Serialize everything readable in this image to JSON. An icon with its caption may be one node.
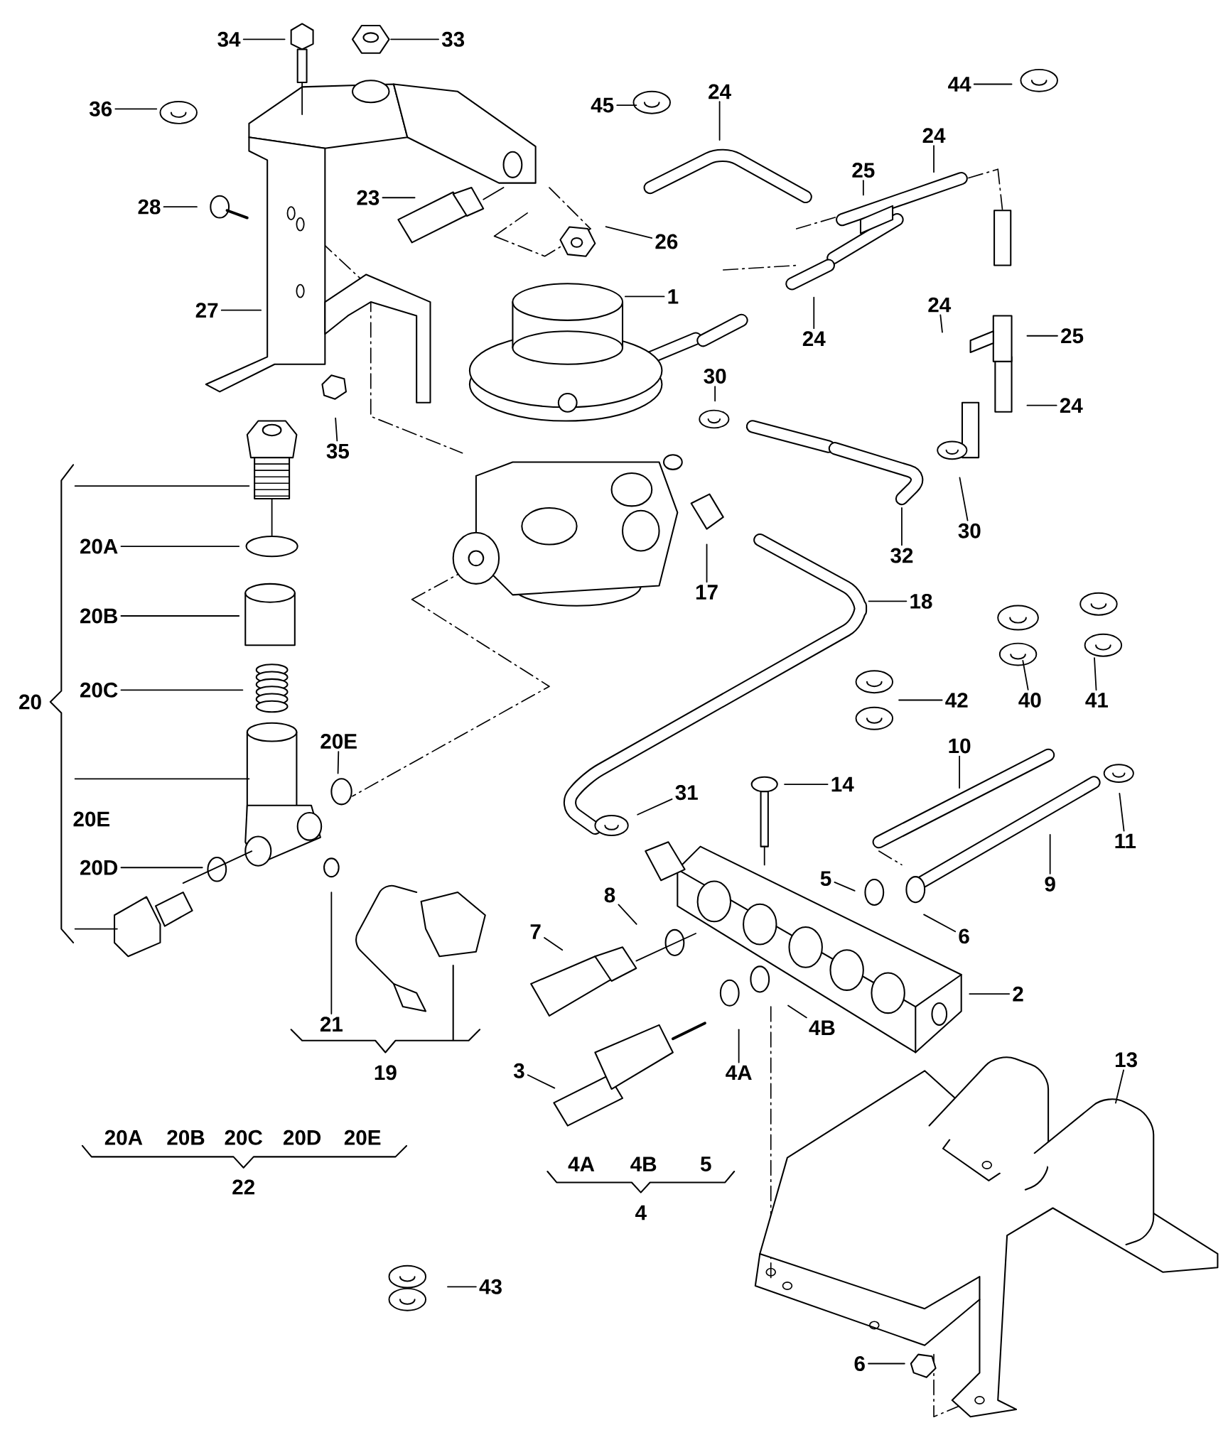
{
  "diagram": {
    "nodes": [
      {
        "text": [
          "34"
        ]
      },
      {
        "text": [
          "33"
        ]
      },
      {
        "text": [
          "24"
        ]
      },
      {
        "text": [
          "36"
        ]
      },
      {
        "text": [
          "45"
        ]
      },
      {
        "text": [
          "44"
        ]
      },
      {
        "text": [
          "24"
        ]
      },
      {
        "text": [
          "25"
        ]
      },
      {
        "text": [
          "23"
        ]
      },
      {
        "text": [
          "28"
        ]
      },
      {
        "text": [
          "26"
        ]
      },
      {
        "text": [
          "1"
        ]
      },
      {
        "text": [
          "27"
        ]
      },
      {
        "text": [
          "24"
        ]
      },
      {
        "text": [
          "25"
        ]
      },
      {
        "text": [
          "24"
        ]
      },
      {
        "text": [
          "30"
        ]
      },
      {
        "text": [
          "24"
        ]
      },
      {
        "text": [
          "35"
        ]
      },
      {
        "text": [
          "30"
        ]
      },
      {
        "text": [
          "20A"
        ]
      },
      {
        "text": [
          "32"
        ]
      },
      {
        "text": [
          "17"
        ]
      },
      {
        "text": [
          "18"
        ]
      },
      {
        "text": [
          "20B"
        ]
      },
      {
        "text": [
          "20C"
        ]
      },
      {
        "text": [
          "40"
        ]
      },
      {
        "text": [
          "41"
        ]
      },
      {
        "text": [
          "42"
        ]
      },
      {
        "text": [
          "20E"
        ]
      },
      {
        "text": [
          "10"
        ]
      },
      {
        "text": [
          "14"
        ]
      },
      {
        "text": [
          "31"
        ]
      },
      {
        "text": [
          "11"
        ]
      },
      {
        "text": [
          "20D"
        ]
      },
      {
        "text": [
          "5"
        ]
      },
      {
        "text": [
          "9"
        ]
      },
      {
        "text": [
          "8"
        ]
      },
      {
        "text": [
          "7"
        ]
      },
      {
        "text": [
          "6"
        ]
      },
      {
        "text": [
          "2"
        ]
      },
      {
        "text": [
          "21"
        ]
      },
      {
        "text": [
          "4B"
        ]
      },
      {
        "text": [
          "13"
        ]
      },
      {
        "text": [
          "3"
        ]
      },
      {
        "text": [
          "4A"
        ]
      },
      {
        "text": [
          "43"
        ]
      },
      {
        "text": [
          "6"
        ]
      }
    ],
    "edges": [
      {
        "from": 0,
        "to": null,
        "arrow": "none"
      },
      {
        "from": 1,
        "to": null,
        "arrow": "none"
      },
      {
        "from": 2,
        "to": null,
        "arrow": "none"
      },
      {
        "from": 3,
        "to": null,
        "arrow": "none"
      },
      {
        "from": 4,
        "to": null,
        "arrow": "none"
      },
      {
        "from": 5,
        "to": null,
        "arrow": "none"
      },
      {
        "from": 6,
        "to": null,
        "arrow": "none"
      },
      {
        "from": 7,
        "to": null,
        "arrow": "none"
      },
      {
        "from": 8,
        "to": null,
        "arrow": "none"
      },
      {
        "from": 9,
        "to": null,
        "arrow": "none"
      },
      {
        "from": 10,
        "to": null,
        "arrow": "none"
      },
      {
        "from": 11,
        "to": null,
        "arrow": "none"
      },
      {
        "from": 12,
        "to": null,
        "arrow": "none"
      },
      {
        "from": 13,
        "to": null,
        "arrow": "none"
      },
      {
        "from": 14,
        "to": null,
        "arrow": "none"
      },
      {
        "from": 15,
        "to": null,
        "arrow": "none"
      },
      {
        "from": 16,
        "to": null,
        "arrow": "none"
      },
      {
        "from": 17,
        "to": null,
        "arrow": "none"
      },
      {
        "from": 18,
        "to": null,
        "arrow": "none"
      },
      {
        "from": 19,
        "to": null,
        "arrow": "none"
      },
      {
        "from": 20,
        "to": null,
        "arrow": "none"
      },
      {
        "from": 21,
        "to": null,
        "arrow": "none"
      },
      {
        "from": 22,
        "to": null,
        "arrow": "none"
      },
      {
        "from": 23,
        "to": null,
        "arrow": "none"
      },
      {
        "from": 24,
        "to": null,
        "arrow": "none"
      },
      {
        "from": 25,
        "to": null,
        "arrow": "none"
      },
      {
        "from": 26,
        "to": null,
        "arrow": "none"
      },
      {
        "from": 27,
        "to": null,
        "arrow": "none"
      },
      {
        "from": 28,
        "to": null,
        "arrow": "none"
      },
      {
        "from": 29,
        "to": null,
        "arrow": "none"
      },
      {
        "from": 30,
        "to": null,
        "arrow": "none"
      },
      {
        "from": 31,
        "to": null,
        "arrow": "none"
      },
      {
        "from": 32,
        "to": null,
        "arrow": "none"
      },
      {
        "from": 33,
        "to": null,
        "arrow": "none"
      },
      {
        "from": 34,
        "to": null,
        "arrow": "none"
      },
      {
        "from": 35,
        "to": null,
        "arrow": "none"
      },
      {
        "from": 36,
        "to": null,
        "arrow": "none"
      },
      {
        "from": 37,
        "to": null,
        "arrow": "none"
      },
      {
        "from": 38,
        "to": null,
        "arrow": "none"
      },
      {
        "from": 39,
        "to": null,
        "arrow": "none"
      },
      {
        "from": 40,
        "to": null,
        "arrow": "none"
      },
      {
        "from": 41,
        "to": null,
        "arrow": "none"
      },
      {
        "from": 42,
        "to": null,
        "arrow": "none"
      },
      {
        "from": 43,
        "to": null,
        "arrow": "none"
      },
      {
        "from": 44,
        "to": null,
        "arrow": "none"
      },
      {
        "from": 45,
        "to": null,
        "arrow": "none"
      },
      {
        "from": 46,
        "to": null,
        "arrow": "none"
      },
      {
        "from": 47,
        "to": null,
        "arrow": "none"
      }
    ],
    "labels": [
      "20",
      "20E",
      "19",
      "20A",
      "20B",
      "20C",
      "20D",
      "20E",
      "22",
      "4A",
      "4B",
      "5",
      "4"
    ]
  }
}
